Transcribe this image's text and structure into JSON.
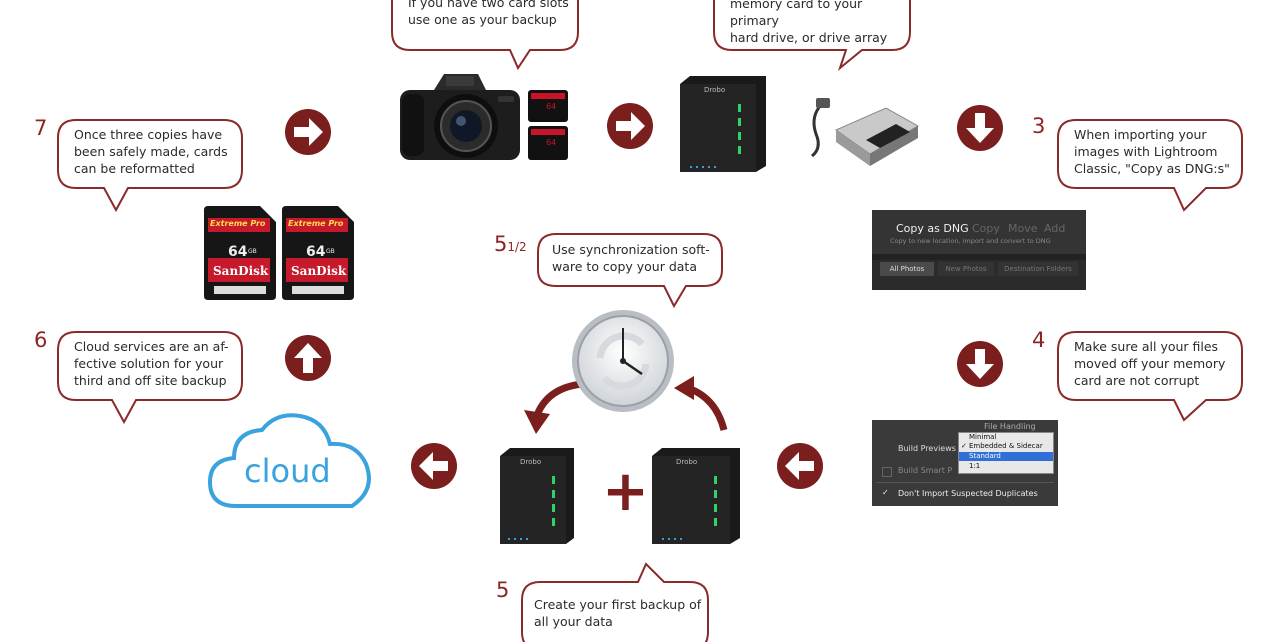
{
  "steps": {
    "step1": {
      "text": "If you have two card slots\nuse one as your backup"
    },
    "step2": {
      "text": "Move your images from your\nmemory card to your primary\nhard drive, or drive array"
    },
    "step3": {
      "number": "3",
      "text": "When importing your\nimages with Lightroom\nClassic, \"Copy as DNG:s\""
    },
    "step4": {
      "number": "4",
      "text": "Make sure all your files\nmoved off your memory\ncard are not corrupt"
    },
    "step5": {
      "number": "5",
      "text": "Create your first backup of\nall your data"
    },
    "step5half": {
      "number": "5",
      "fraction": "1/2",
      "text": "Use synchronization soft-\nware to copy your data"
    },
    "step6": {
      "number": "6",
      "text": "Cloud services are an af-\nfective solution for your\nthird and off site backup"
    },
    "step7": {
      "number": "7",
      "text": "Once three copies have\nbeen safely made, cards\ncan be reformatted"
    }
  },
  "import_panel": {
    "mode_active": "Copy as DNG",
    "mode_copy": "Copy",
    "mode_move": "Move",
    "mode_add": "Add",
    "subtitle": "Copy to new location, import and convert to DNG",
    "tab_all": "All Photos",
    "tab_new": "New Photos",
    "tab_dest": "Destination Folders"
  },
  "file_handling_panel": {
    "header": "File Handling",
    "row1_label": "Build Previews",
    "row2_label": "Build Smart P",
    "row3_label": "Don't Import Suspected Duplicates",
    "options": [
      "Minimal",
      "Embedded & Sidecar",
      "Standard",
      "1:1"
    ],
    "checked": "Embedded & Sidecar",
    "highlighted": "Standard"
  },
  "sd_card": {
    "brand_top": "Extreme Pro",
    "capacity": "64",
    "unit": "GB",
    "brand": "SanDisk"
  },
  "cloud": {
    "label": "cloud"
  },
  "drive": {
    "brand": "Drobo"
  },
  "plus_sign": "+",
  "colors": {
    "accent": "#7a1e1e",
    "bubble_border": "#8b2a2a",
    "cloud_blue": "#3aa3dd"
  }
}
